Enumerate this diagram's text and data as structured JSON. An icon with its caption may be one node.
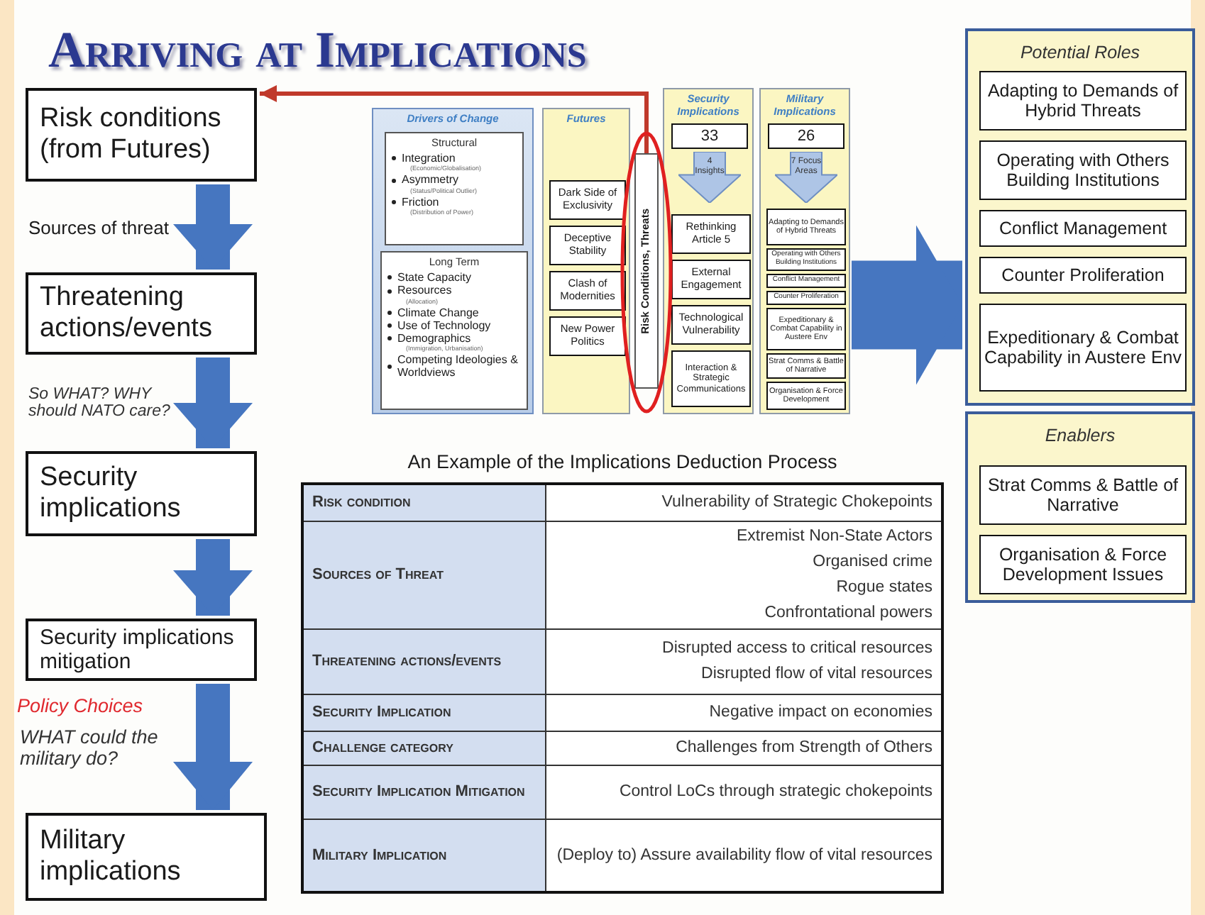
{
  "diagram": {
    "title": "Arriving at Implications",
    "nodes": [
      {
        "text": [
          "Risk conditions (from Futures)"
        ]
      },
      {
        "text": [
          "Threatening actions/events"
        ]
      },
      {
        "text": [
          "Security implications"
        ]
      },
      {
        "text": [
          "Security implications mitigation"
        ]
      },
      {
        "text": [
          "Military implications"
        ]
      },
      {
        "text": [
          "Drivers of Change"
        ]
      },
      {
        "text": [
          "Structural",
          "Integration",
          "(Economic/Globalisation)",
          "Asymmetry",
          "(Status/Political Outlier)",
          "Friction",
          "(Distribution of Power)"
        ],
        "in": 5
      },
      {
        "text": [
          "Long Term",
          "State Capacity",
          "Resources",
          "(Allocation)",
          "Climate Change",
          "Use of Technology",
          "Demographics",
          "(Immigration, Urbanisation)",
          "Competing Ideologies & Worldviews"
        ],
        "in": 5
      },
      {
        "text": [
          "Futures"
        ]
      },
      {
        "text": [
          "Dark Side of Exclusivity"
        ],
        "in": 8
      },
      {
        "text": [
          "Deceptive Stability"
        ],
        "in": 8
      },
      {
        "text": [
          "Clash of Modernities"
        ],
        "in": 8
      },
      {
        "text": [
          "New Power Politics"
        ],
        "in": 8
      },
      {
        "text": [
          "Risk Conditions, Threats"
        ]
      },
      {
        "text": [
          "Security Implications"
        ]
      },
      {
        "text": [
          "33"
        ],
        "in": 14
      },
      {
        "text": [
          "4 Insights"
        ],
        "in": 14
      },
      {
        "text": [
          "Rethinking Article 5"
        ],
        "in": 14
      },
      {
        "text": [
          "External Engagement"
        ],
        "in": 14
      },
      {
        "text": [
          "Technological Vulnerability"
        ],
        "in": 14
      },
      {
        "text": [
          "Interaction & Strategic Communications"
        ],
        "in": 14
      },
      {
        "text": [
          "Military Implications"
        ]
      },
      {
        "text": [
          "26"
        ],
        "in": 21
      },
      {
        "text": [
          "7 Focus Areas"
        ],
        "in": 21
      },
      {
        "text": [
          "Adapting to Demands of Hybrid Threats"
        ],
        "in": 21
      },
      {
        "text": [
          "Operating with Others Building Institutions"
        ],
        "in": 21
      },
      {
        "text": [
          "Conflict Management"
        ],
        "in": 21
      },
      {
        "text": [
          "Counter Proliferation"
        ],
        "in": 21
      },
      {
        "text": [
          "Expeditionary & Combat Capability in Austere Env"
        ],
        "in": 21
      },
      {
        "text": [
          "Strat Comms & Battle of Narrative"
        ],
        "in": 21
      },
      {
        "text": [
          "Organisation & Force Development"
        ],
        "in": 21
      },
      {
        "text": [
          "Potential Roles"
        ]
      },
      {
        "text": [
          "Adapting to Demands of Hybrid Threats"
        ],
        "in": 31
      },
      {
        "text": [
          "Operating with Others Building Institutions"
        ],
        "in": 31
      },
      {
        "text": [
          "Conflict Management"
        ],
        "in": 31
      },
      {
        "text": [
          "Counter Proliferation"
        ],
        "in": 31
      },
      {
        "text": [
          "Expeditionary & Combat Capability in Austere Env"
        ],
        "in": 31
      },
      {
        "text": [
          "Enablers"
        ]
      },
      {
        "text": [
          "Strat Comms & Battle of Narrative"
        ],
        "in": 37
      },
      {
        "text": [
          "Organisation & Force Development Issues"
        ],
        "in": 37
      }
    ],
    "edges": [
      {
        "from": 0,
        "to": 1,
        "arrow": "to",
        "label": "Sources of threat"
      },
      {
        "from": 1,
        "to": 2,
        "arrow": "to",
        "label": "So WHAT? WHY should NATO care?"
      },
      {
        "from": 2,
        "to": 3,
        "arrow": "to"
      },
      {
        "from": 3,
        "to": 4,
        "arrow": "to",
        "label": "WHAT could the military do?"
      },
      {
        "from": 13,
        "to": 0,
        "arrow": "to",
        "color": "#c0392b"
      },
      {
        "from": 21,
        "to": 31,
        "arrow": "to",
        "style": "thick"
      }
    ],
    "labels": [
      "Policy Choices",
      "An Example of the Implications Deduction Process",
      "Risk condition",
      "Vulnerability of Strategic Chokepoints",
      "Sources of Threat",
      "Extremist Non-State Actors",
      "Organised crime",
      "Rogue states",
      "Confrontational powers",
      "Threatening actions/events",
      "Disrupted access to critical resources",
      "Disrupted flow of vital resources",
      "Security Implication",
      "Negative impact on economies",
      "Challenge category",
      "Challenges from Strength of Others",
      "Security Implication Mitigation",
      "Control LoCs through strategic chokepoints",
      "Military Implication",
      "(Deploy to) Assure availability flow of vital resources"
    ]
  }
}
